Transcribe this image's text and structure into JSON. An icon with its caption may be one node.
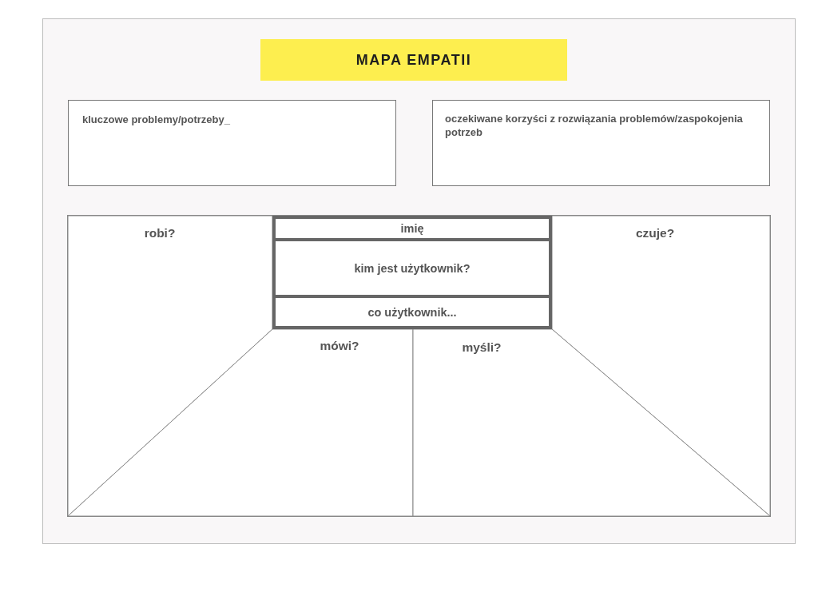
{
  "diagram": {
    "title": "MAPA EMPATII",
    "nodes": [
      {
        "text": [
          "kluczowe problemy/potrzeby_"
        ]
      },
      {
        "text": [
          "oczekiwane korzyści z rozwiązania problemów/zaspokojenia potrzeb"
        ]
      },
      {
        "text": [],
        "shape": "box"
      },
      {
        "text": [
          "robi?"
        ],
        "in": 2
      },
      {
        "text": [],
        "shape": "box",
        "in": 2
      },
      {
        "text": [
          "imię"
        ],
        "in": 4
      },
      {
        "text": [
          "kim jest użytkownik?"
        ],
        "in": 4
      },
      {
        "text": [
          "co użytkownik..."
        ],
        "in": 4
      },
      {
        "text": [
          "czuje?"
        ],
        "in": 2
      },
      {
        "text": [
          "mówi?"
        ],
        "in": 2
      },
      {
        "text": [
          "myśli?"
        ],
        "in": 2
      }
    ]
  }
}
